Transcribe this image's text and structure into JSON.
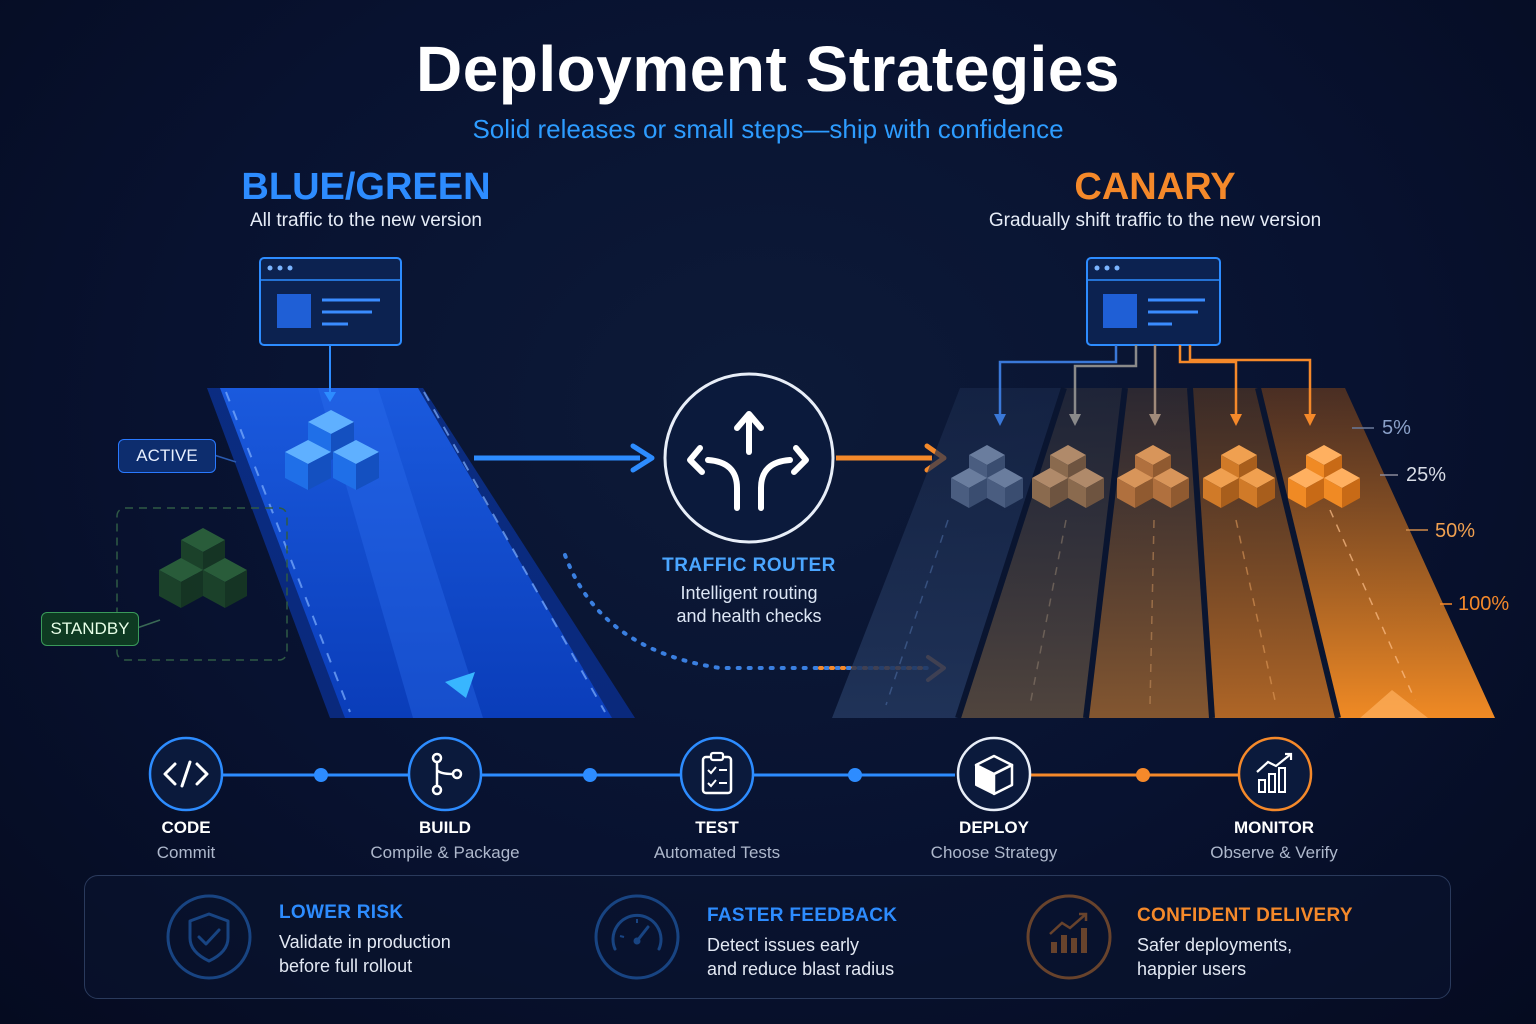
{
  "header": {
    "title": "Deployment Strategies",
    "subtitle": "Solid releases or small steps—ship with confidence"
  },
  "blue_green": {
    "title": "BLUE/GREEN",
    "subtitle": "All traffic to the new version",
    "active_label": "ACTIVE",
    "standby_label": "STANDBY",
    "color": "#2d8cff"
  },
  "router": {
    "title": "TRAFFIC ROUTER",
    "line1": "Intelligent routing",
    "line2": "and health checks"
  },
  "canary": {
    "title": "CANARY",
    "subtitle": "Gradually shift traffic to the new version",
    "color": "#f5892a",
    "percentages": [
      "5%",
      "25%",
      "50%",
      "100%"
    ]
  },
  "pipeline": {
    "steps": [
      {
        "name": "CODE",
        "desc": "Commit",
        "icon": "code-icon"
      },
      {
        "name": "BUILD",
        "desc": "Compile & Package",
        "icon": "branch-icon"
      },
      {
        "name": "TEST",
        "desc": "Automated Tests",
        "icon": "checklist-icon"
      },
      {
        "name": "DEPLOY",
        "desc": "Choose Strategy",
        "icon": "box-icon"
      },
      {
        "name": "MONITOR",
        "desc": "Observe & Verify",
        "icon": "bar-chart-icon"
      }
    ]
  },
  "benefits": [
    {
      "title": "LOWER RISK",
      "line1": "Validate in production",
      "line2": "before full rollout",
      "icon": "shield-check-icon",
      "color": "#2d8cff"
    },
    {
      "title": "FASTER FEEDBACK",
      "line1": "Detect issues early",
      "line2": "and reduce blast radius",
      "icon": "speedometer-icon",
      "color": "#2d8cff"
    },
    {
      "title": "CONFIDENT DELIVERY",
      "line1": "Safer deployments,",
      "line2": "happier users",
      "icon": "growth-chart-icon",
      "color": "#f5892a"
    }
  ]
}
